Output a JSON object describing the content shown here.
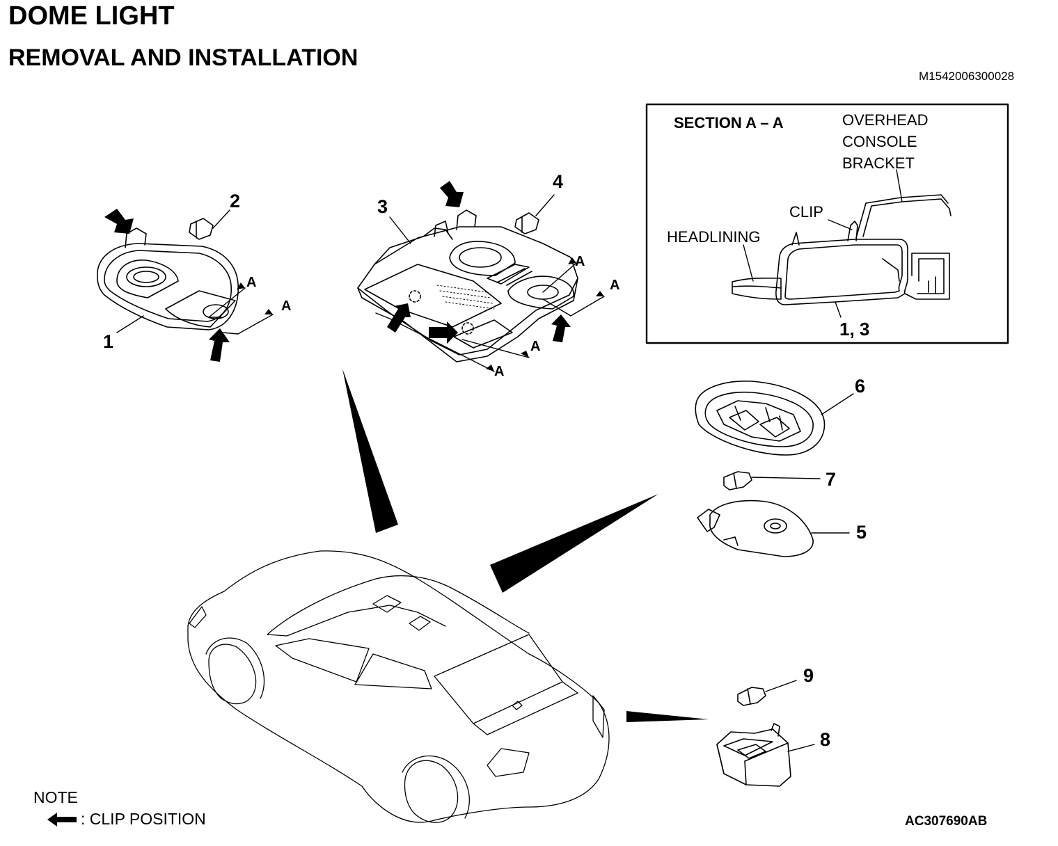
{
  "title": "DOME LIGHT",
  "subtitle": "REMOVAL AND INSTALLATION",
  "document_code": "M1542006300028",
  "figure_code": "AC307690AB",
  "note": {
    "heading": "NOTE",
    "clip_position_label": ": CLIP POSITION"
  },
  "section": {
    "title": "SECTION A – A",
    "bracket_label_line1": "OVERHEAD",
    "bracket_label_line2": "CONSOLE",
    "bracket_label_line3": "BRACKET",
    "clip_label": "CLIP",
    "headlining_label": "HEADLINING",
    "parts_label": "1, 3"
  },
  "callouts": {
    "p1": "1",
    "p2": "2",
    "p3": "3",
    "p4": "4",
    "p5": "5",
    "p6": "6",
    "p7": "7",
    "p8": "8",
    "p9": "9",
    "section_marker": "A"
  }
}
